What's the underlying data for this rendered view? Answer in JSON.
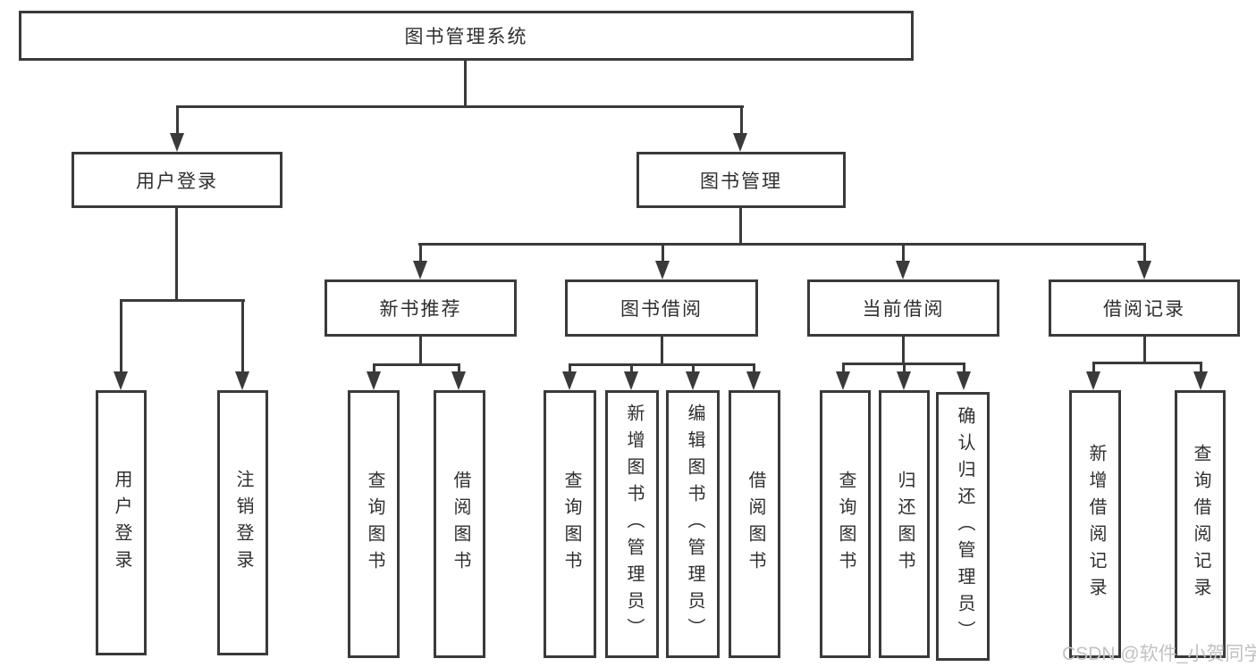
{
  "watermark": "CSDN @软件_小贺同学",
  "colors": {
    "line": "#3a3a3a",
    "text": "#2f2f2f",
    "box_fill": "#ffffff",
    "background": "#ffffff",
    "watermark": "#c2c2c2"
  },
  "tree": {
    "root": {
      "label": "图书管理系统",
      "children": [
        {
          "label": "用户登录",
          "children": [
            {
              "label": "用户登录"
            },
            {
              "label": "注销登录"
            }
          ]
        },
        {
          "label": "图书管理",
          "children": [
            {
              "label": "新书推荐",
              "children": [
                {
                  "label": "查询图书"
                },
                {
                  "label": "借阅图书"
                }
              ]
            },
            {
              "label": "图书借阅",
              "children": [
                {
                  "label": "查询图书"
                },
                {
                  "label": "新增图书（管理员）"
                },
                {
                  "label": "编辑图书（管理员）"
                },
                {
                  "label": "借阅图书"
                }
              ]
            },
            {
              "label": "当前借阅",
              "children": [
                {
                  "label": "查询图书"
                },
                {
                  "label": "归还图书"
                },
                {
                  "label": "确认归还（管理员）"
                }
              ]
            },
            {
              "label": "借阅记录",
              "children": [
                {
                  "label": "新增借阅记录"
                },
                {
                  "label": "查询借阅记录"
                }
              ]
            }
          ]
        }
      ]
    }
  }
}
